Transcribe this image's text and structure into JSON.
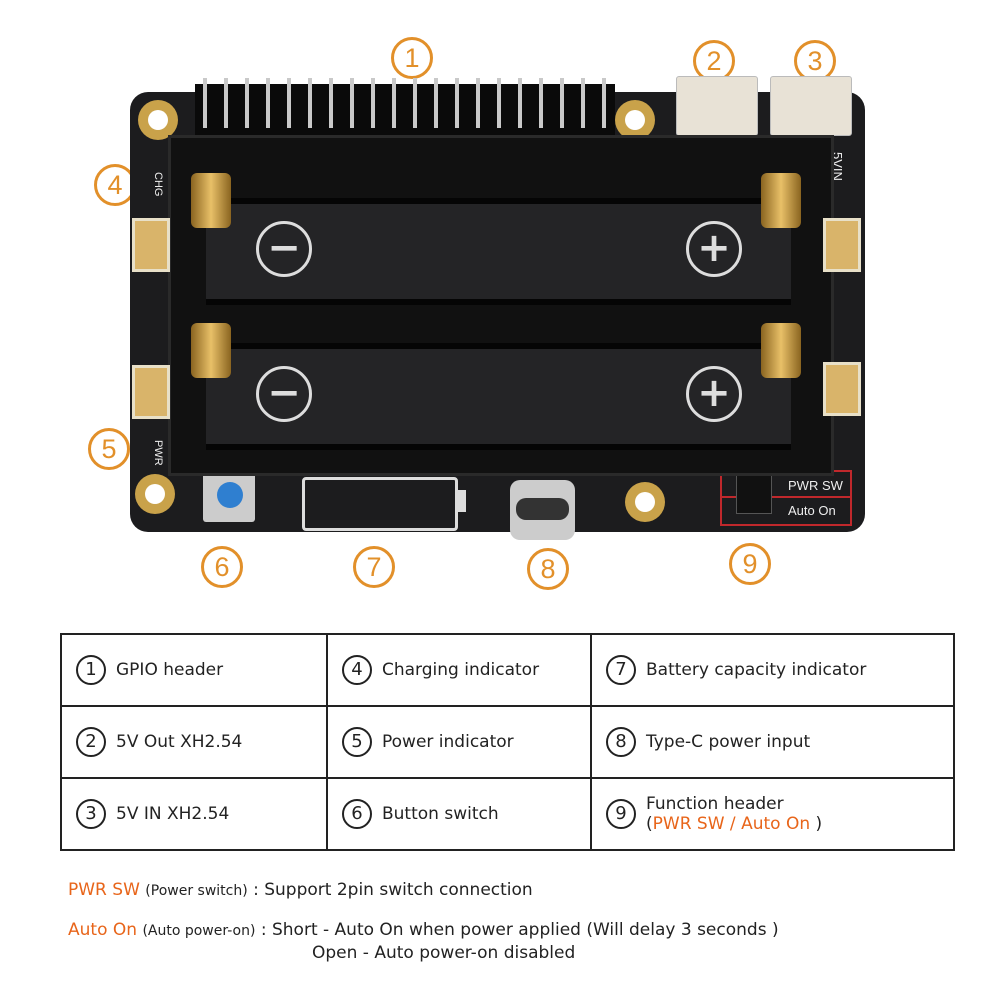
{
  "callouts": [
    "1",
    "2",
    "3",
    "4",
    "5",
    "6",
    "7",
    "8",
    "9"
  ],
  "board": {
    "silk_chg": "CHG",
    "silk_pwr": "PWR",
    "silk_5vin": "5VIN",
    "silk_plus": "+",
    "silk_pwr_sw": "PWR SW",
    "silk_auto_on": "Auto On",
    "minus": "−",
    "plus": "+"
  },
  "colors": {
    "callout": "#e2902a",
    "highlight": "#e8651a",
    "board": "#1c1c1e"
  },
  "table": [
    [
      {
        "n": "①",
        "t": "GPIO header"
      },
      {
        "n": "④",
        "t": "Charging indicator"
      },
      {
        "n": "⑦",
        "t": "Battery capacity indicator"
      }
    ],
    [
      {
        "n": "②",
        "t": "5V Out XH2.54"
      },
      {
        "n": "⑤",
        "t": "Power indicator"
      },
      {
        "n": "⑧",
        "t": "Type-C  power input"
      }
    ],
    [
      {
        "n": "③",
        "t": "5V IN XH2.54"
      },
      {
        "n": "⑥",
        "t": "Button switch"
      },
      {
        "n": "⑨",
        "t": "Function header",
        "sub_open": "(",
        "sub_a": "PWR SW",
        "sub_sep": " / ",
        "sub_b": "Auto On",
        "sub_close": " )"
      }
    ]
  ],
  "notes": {
    "pwr_label": "PWR SW",
    "pwr_paren": "(Power switch)",
    "pwr_text": ": Support 2pin switch connection",
    "auto_label": "Auto On",
    "auto_paren": "(Auto power-on)",
    "auto_text1": ": Short - Auto On when power applied (Will delay 3 seconds )",
    "auto_text2": "Open - Auto power-on disabled"
  }
}
